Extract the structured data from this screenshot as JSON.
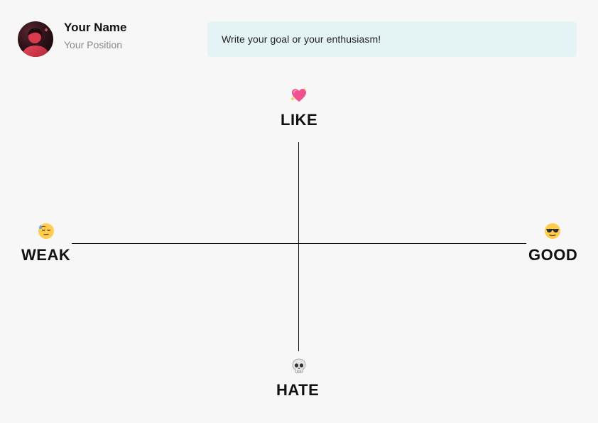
{
  "profile": {
    "name": "Your Name",
    "position": "Your Position"
  },
  "goal": {
    "text": "Write your goal or your enthusiasm!"
  },
  "axes": {
    "top": {
      "label": "LIKE",
      "icon": "sparkling-heart-icon"
    },
    "bottom": {
      "label": "HATE",
      "icon": "skull-icon"
    },
    "left": {
      "label": "WEAK",
      "icon": "downcast-sweat-face-icon"
    },
    "right": {
      "label": "GOOD",
      "icon": "sunglasses-face-icon"
    }
  },
  "colors": {
    "background": "#f7f7f7",
    "goal_box": "#e4f3f3",
    "axis_line": "#111111"
  }
}
